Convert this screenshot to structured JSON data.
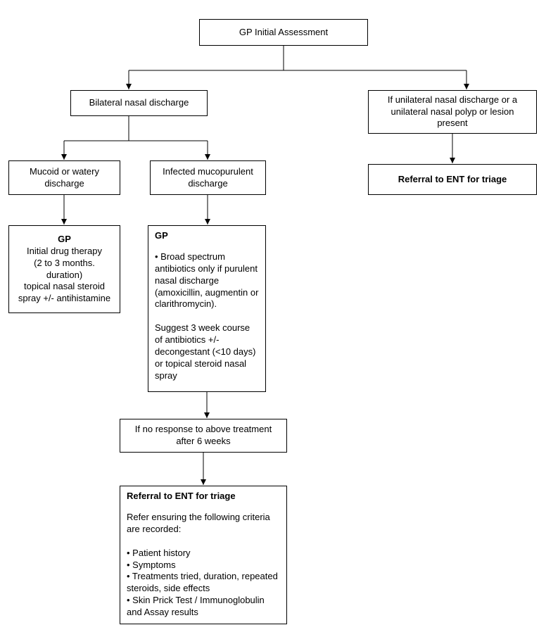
{
  "style": {
    "background": "#ffffff",
    "line_color": "#000000",
    "text_color": "#000000"
  },
  "nodes": {
    "gp_initial": {
      "label": "GP Initial Assessment"
    },
    "bilateral": {
      "label": "Bilateral nasal discharge"
    },
    "unilateral": {
      "lines": [
        "If unilateral nasal discharge or a",
        "unilateral nasal polyp or lesion",
        "present"
      ]
    },
    "ent_right": {
      "label": "Referral to ENT for triage"
    },
    "mucoid": {
      "lines": [
        "Mucoid or watery",
        "discharge"
      ]
    },
    "infected": {
      "lines": [
        "Infected mucopurulent",
        "discharge"
      ]
    },
    "gp_drug": {
      "title": "GP",
      "lines": [
        "Initial drug therapy",
        "(2 to 3 months.",
        "duration)",
        "topical nasal steroid",
        "spray +/- antihistamine"
      ]
    },
    "gp_antibiotics": {
      "title": "GP",
      "paragraph1": "• Broad spectrum antibiotics only if purulent nasal discharge (amoxicillin, augmentin or clarithromycin).",
      "paragraph2": "Suggest 3 week course of antibiotics +/- decongestant (<10 days) or topical steroid nasal spray"
    },
    "no_response": {
      "label": "If no response to above treatment after 6 weeks"
    },
    "ent_final": {
      "title": "Referral to ENT for triage",
      "intro": "Refer ensuring the following criteria are recorded:",
      "bullets": [
        "• Patient history",
        "• Symptoms",
        "• Treatments tried, duration, repeated steroids, side effects",
        "• Skin Prick Test / Immunoglobulin and Assay results"
      ]
    }
  }
}
